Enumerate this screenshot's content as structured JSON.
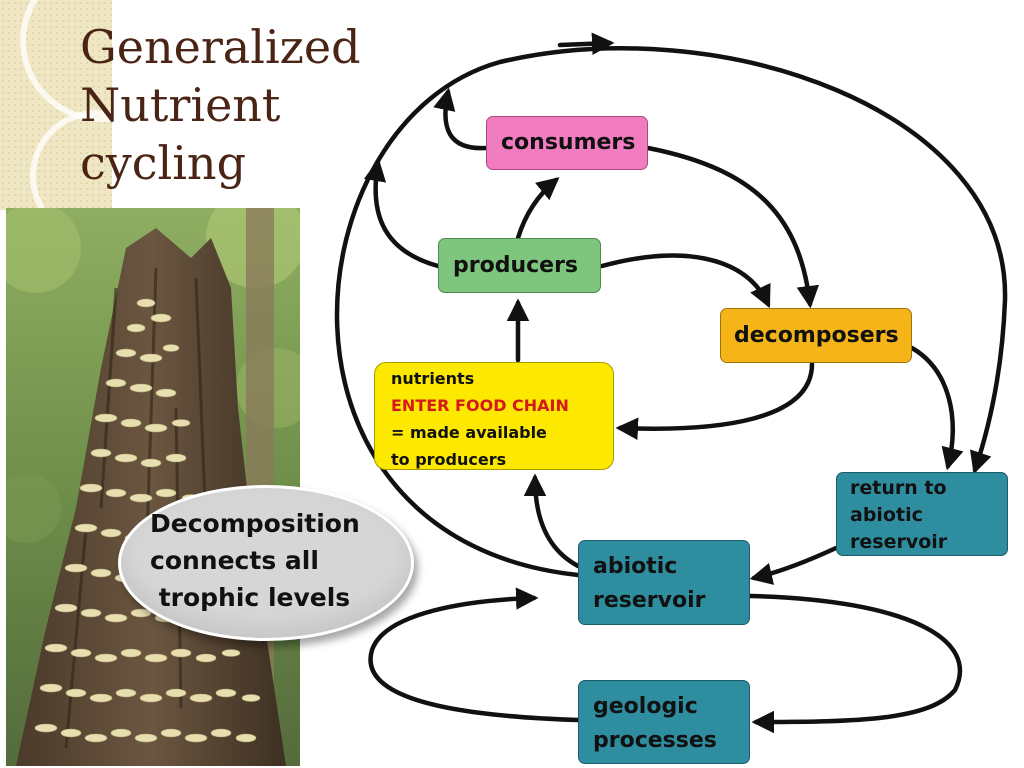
{
  "title": {
    "line1": "Generalized",
    "line2": "Nutrient",
    "line3": "cycling"
  },
  "callout": {
    "line1": "Decomposition",
    "line2": "connects all",
    "line3": " trophic levels"
  },
  "nodes": {
    "consumers": "consumers",
    "producers": "producers",
    "decomposers": "decomposers",
    "nutrients": {
      "line1": "nutrients",
      "line2": "ENTER FOOD CHAIN",
      "line3": "= made available",
      "line4": "to producers"
    },
    "return": {
      "line1": "return to",
      "line2": "abiotic",
      "line3": "reservoir"
    },
    "abiotic": {
      "line1": "abiotic",
      "line2": "reservoir"
    },
    "geologic": {
      "line1": "geologic",
      "line2": "processes"
    }
  },
  "colors": {
    "title": "#4a2414",
    "consumers": "#f27cc0",
    "producers": "#7ec57e",
    "decomposers": "#f5b418",
    "nutrients": "#fde800",
    "enter_food_chain": "#d41a1a",
    "reservoir_boxes": "#2e8ea0",
    "arrows": "#111111"
  },
  "photo": {
    "subject": "tree stump covered in bracket fungi"
  }
}
